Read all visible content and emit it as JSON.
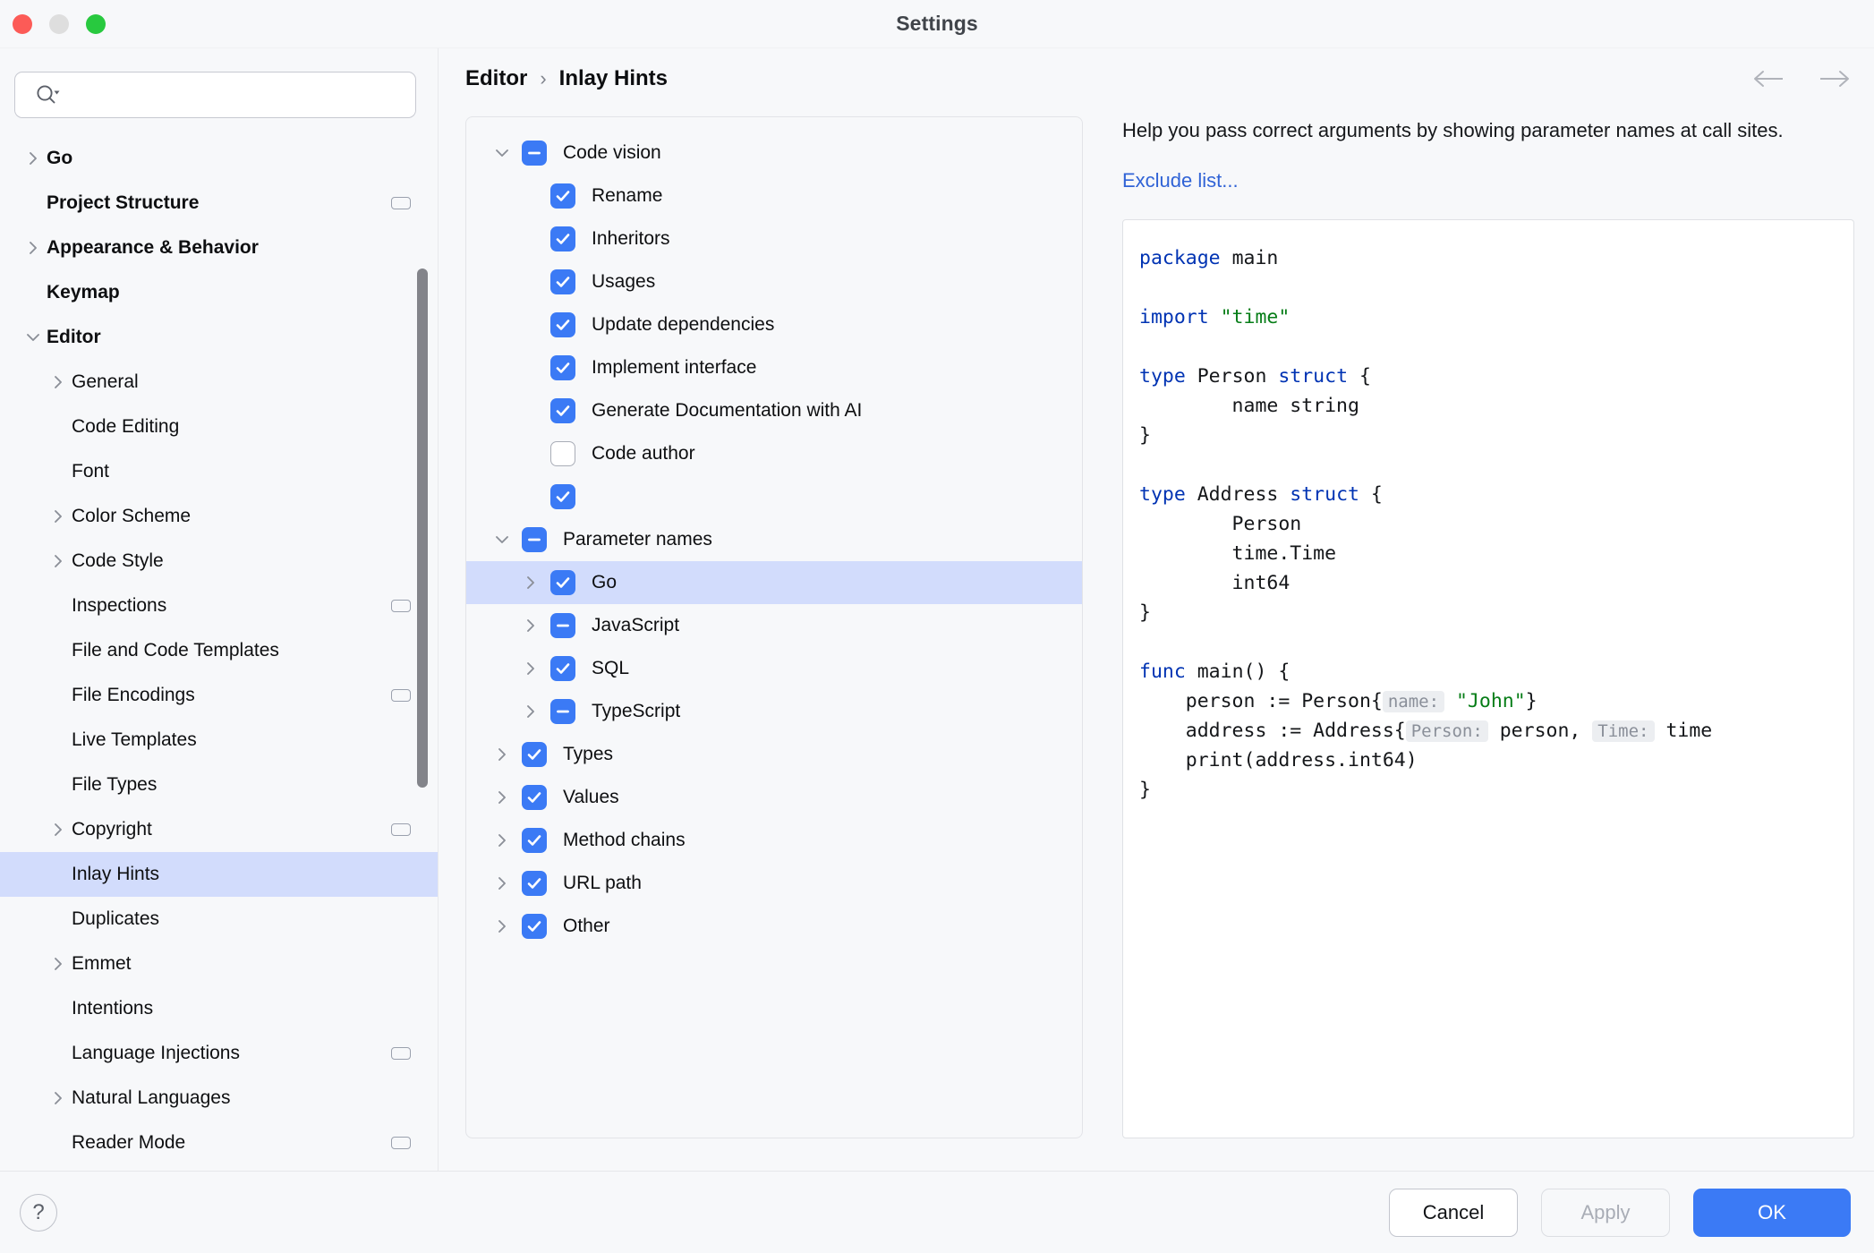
{
  "window": {
    "title": "Settings",
    "traffic_lights": [
      "close-red",
      "minimize-yellow",
      "zoom-green"
    ]
  },
  "search": {
    "placeholder": "",
    "value": "",
    "icon": "search-icon"
  },
  "sidebar": {
    "items": [
      {
        "label": "Go",
        "depth": 0,
        "bold": true,
        "twisty": "right",
        "badge": false,
        "selected": false
      },
      {
        "label": "Project Structure",
        "depth": 0,
        "bold": true,
        "twisty": "none",
        "badge": true,
        "selected": false
      },
      {
        "label": "Appearance & Behavior",
        "depth": 0,
        "bold": true,
        "twisty": "right",
        "badge": false,
        "selected": false
      },
      {
        "label": "Keymap",
        "depth": 0,
        "bold": true,
        "twisty": "none",
        "badge": false,
        "selected": false
      },
      {
        "label": "Editor",
        "depth": 0,
        "bold": true,
        "twisty": "down",
        "badge": false,
        "selected": false
      },
      {
        "label": "General",
        "depth": 1,
        "bold": false,
        "twisty": "right",
        "badge": false,
        "selected": false
      },
      {
        "label": "Code Editing",
        "depth": 1,
        "bold": false,
        "twisty": "none",
        "badge": false,
        "selected": false
      },
      {
        "label": "Font",
        "depth": 1,
        "bold": false,
        "twisty": "none",
        "badge": false,
        "selected": false
      },
      {
        "label": "Color Scheme",
        "depth": 1,
        "bold": false,
        "twisty": "right",
        "badge": false,
        "selected": false
      },
      {
        "label": "Code Style",
        "depth": 1,
        "bold": false,
        "twisty": "right",
        "badge": false,
        "selected": false
      },
      {
        "label": "Inspections",
        "depth": 1,
        "bold": false,
        "twisty": "none",
        "badge": true,
        "selected": false
      },
      {
        "label": "File and Code Templates",
        "depth": 1,
        "bold": false,
        "twisty": "none",
        "badge": false,
        "selected": false
      },
      {
        "label": "File Encodings",
        "depth": 1,
        "bold": false,
        "twisty": "none",
        "badge": true,
        "selected": false
      },
      {
        "label": "Live Templates",
        "depth": 1,
        "bold": false,
        "twisty": "none",
        "badge": false,
        "selected": false
      },
      {
        "label": "File Types",
        "depth": 1,
        "bold": false,
        "twisty": "none",
        "badge": false,
        "selected": false
      },
      {
        "label": "Copyright",
        "depth": 1,
        "bold": false,
        "twisty": "right",
        "badge": true,
        "selected": false
      },
      {
        "label": "Inlay Hints",
        "depth": 1,
        "bold": false,
        "twisty": "none",
        "badge": false,
        "selected": true
      },
      {
        "label": "Duplicates",
        "depth": 1,
        "bold": false,
        "twisty": "none",
        "badge": false,
        "selected": false
      },
      {
        "label": "Emmet",
        "depth": 1,
        "bold": false,
        "twisty": "right",
        "badge": false,
        "selected": false
      },
      {
        "label": "Intentions",
        "depth": 1,
        "bold": false,
        "twisty": "none",
        "badge": false,
        "selected": false
      },
      {
        "label": "Language Injections",
        "depth": 1,
        "bold": false,
        "twisty": "none",
        "badge": true,
        "selected": false
      },
      {
        "label": "Natural Languages",
        "depth": 1,
        "bold": false,
        "twisty": "right",
        "badge": false,
        "selected": false
      },
      {
        "label": "Reader Mode",
        "depth": 1,
        "bold": false,
        "twisty": "none",
        "badge": true,
        "selected": false
      }
    ]
  },
  "breadcrumb": {
    "parent": "Editor",
    "separator": "›",
    "current": "Inlay Hints"
  },
  "nav": {
    "back_icon": "arrow-left-icon",
    "forward_icon": "arrow-right-icon"
  },
  "hints_tree": {
    "rows": [
      {
        "label": "Code vision",
        "depth": 0,
        "twisty": "down",
        "check": "part",
        "selected": false
      },
      {
        "label": "Rename",
        "depth": 1,
        "twisty": "none",
        "check": "on",
        "selected": false
      },
      {
        "label": "Inheritors",
        "depth": 1,
        "twisty": "none",
        "check": "on",
        "selected": false
      },
      {
        "label": "Usages",
        "depth": 1,
        "twisty": "none",
        "check": "on",
        "selected": false
      },
      {
        "label": "Update dependencies",
        "depth": 1,
        "twisty": "none",
        "check": "on",
        "selected": false
      },
      {
        "label": "Implement interface",
        "depth": 1,
        "twisty": "none",
        "check": "on",
        "selected": false
      },
      {
        "label": "Generate Documentation with AI",
        "depth": 1,
        "twisty": "none",
        "check": "on",
        "selected": false
      },
      {
        "label": "Code author",
        "depth": 1,
        "twisty": "none",
        "check": "off",
        "selected": false
      },
      {
        "label": "",
        "depth": 1,
        "twisty": "none",
        "check": "on",
        "selected": false
      },
      {
        "label": "Parameter names",
        "depth": 0,
        "twisty": "down",
        "check": "part",
        "selected": false
      },
      {
        "label": "Go",
        "depth": 1,
        "twisty": "right",
        "check": "on",
        "selected": true
      },
      {
        "label": "JavaScript",
        "depth": 1,
        "twisty": "right",
        "check": "part",
        "selected": false
      },
      {
        "label": "SQL",
        "depth": 1,
        "twisty": "right",
        "check": "on",
        "selected": false
      },
      {
        "label": "TypeScript",
        "depth": 1,
        "twisty": "right",
        "check": "part",
        "selected": false
      },
      {
        "label": "Types",
        "depth": 0,
        "twisty": "right",
        "check": "on",
        "selected": false
      },
      {
        "label": "Values",
        "depth": 0,
        "twisty": "right",
        "check": "on",
        "selected": false
      },
      {
        "label": "Method chains",
        "depth": 0,
        "twisty": "right",
        "check": "on",
        "selected": false
      },
      {
        "label": "URL path",
        "depth": 0,
        "twisty": "right",
        "check": "on",
        "selected": false
      },
      {
        "label": "Other",
        "depth": 0,
        "twisty": "right",
        "check": "on",
        "selected": false
      }
    ]
  },
  "preview": {
    "description": "Help you pass correct arguments by showing parameter names at call sites.",
    "exclude_link": "Exclude list...",
    "code_lines": [
      [
        {
          "t": "package ",
          "c": "kw"
        },
        {
          "t": "main",
          "c": ""
        }
      ],
      [
        {
          "t": "",
          "c": ""
        }
      ],
      [
        {
          "t": "import ",
          "c": "kw"
        },
        {
          "t": "\"time\"",
          "c": "str"
        }
      ],
      [
        {
          "t": "",
          "c": ""
        }
      ],
      [
        {
          "t": "type ",
          "c": "kw"
        },
        {
          "t": "Person ",
          "c": ""
        },
        {
          "t": "struct",
          "c": "kw"
        },
        {
          "t": " {",
          "c": ""
        }
      ],
      [
        {
          "t": "        name string",
          "c": ""
        }
      ],
      [
        {
          "t": "}",
          "c": ""
        }
      ],
      [
        {
          "t": "",
          "c": ""
        }
      ],
      [
        {
          "t": "type ",
          "c": "kw"
        },
        {
          "t": "Address ",
          "c": ""
        },
        {
          "t": "struct",
          "c": "kw"
        },
        {
          "t": " {",
          "c": ""
        }
      ],
      [
        {
          "t": "        Person",
          "c": ""
        }
      ],
      [
        {
          "t": "        time.Time",
          "c": ""
        }
      ],
      [
        {
          "t": "        int64",
          "c": ""
        }
      ],
      [
        {
          "t": "}",
          "c": ""
        }
      ],
      [
        {
          "t": "",
          "c": ""
        }
      ],
      [
        {
          "t": "func ",
          "c": "kw"
        },
        {
          "t": "main() {",
          "c": ""
        }
      ],
      [
        {
          "t": "    person := Person{",
          "c": ""
        },
        {
          "t": "name:",
          "c": "hint"
        },
        {
          "t": " ",
          "c": ""
        },
        {
          "t": "\"John\"",
          "c": "str"
        },
        {
          "t": "}",
          "c": ""
        }
      ],
      [
        {
          "t": "    address := Address{",
          "c": ""
        },
        {
          "t": "Person:",
          "c": "hint"
        },
        {
          "t": " person, ",
          "c": ""
        },
        {
          "t": "Time:",
          "c": "hint"
        },
        {
          "t": " time",
          "c": ""
        }
      ],
      [
        {
          "t": "    print(address.int64)",
          "c": ""
        }
      ],
      [
        {
          "t": "}",
          "c": ""
        }
      ]
    ]
  },
  "footer": {
    "help_label": "?",
    "cancel_label": "Cancel",
    "apply_label": "Apply",
    "ok_label": "OK"
  },
  "colors": {
    "accent": "#3b7af5",
    "selection": "#d2dcfc",
    "link": "#3063d6",
    "keyword": "#0033b3",
    "string": "#067d17",
    "hint_text": "#8a8f99",
    "window_bg": "#f7f8fa"
  }
}
